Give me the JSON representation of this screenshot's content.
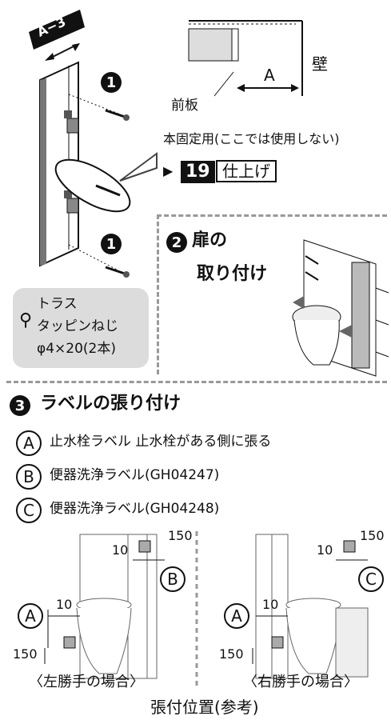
{
  "top_left": {
    "tag": "A−3",
    "step1": "1",
    "step1b": "1"
  },
  "callout_top": {
    "wall": "壁",
    "dim": "A",
    "front_panel": "前板"
  },
  "callout_mid": {
    "note": "本固定用(ここでは使用しない)",
    "ref_number": "19",
    "ref_label": "仕上げ"
  },
  "screw": {
    "line1": "トラス",
    "line2": "タッピンねじ",
    "line3": "φ4×20(2本)"
  },
  "door": {
    "num": "2",
    "line1": "扉の",
    "line2": "取り付け"
  },
  "labels": {
    "num": "3",
    "title": "ラベルの張り付け",
    "items": [
      {
        "mark": "A",
        "text": "止水栓ラベル 止水栓がある側に張る"
      },
      {
        "mark": "B",
        "text": "便器洗浄ラベル(GH04247)"
      },
      {
        "mark": "C",
        "text": "便器洗浄ラベル(GH04248)"
      }
    ]
  },
  "diagram_left": {
    "dim150_top": "150",
    "dim10_top": "10",
    "mark_b": "B",
    "mark_a": "A",
    "dim10_bottom": "10",
    "dim150_bottom": "150",
    "caption": "〈左勝手の場合〉"
  },
  "diagram_right": {
    "dim150_top": "150",
    "dim10_top": "10",
    "mark_c": "C",
    "mark_a": "A",
    "dim10_bottom": "10",
    "dim150_bottom": "150",
    "caption": "〈右勝手の場合〉"
  },
  "footer": "張付位置(参考)"
}
